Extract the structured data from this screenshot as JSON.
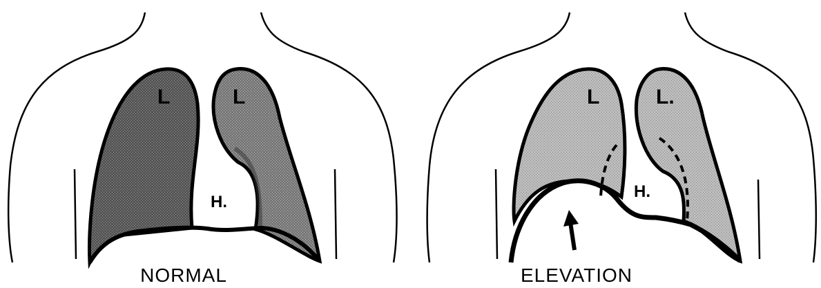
{
  "panels": [
    {
      "caption": "NORMAL",
      "lung_label_left": "L",
      "lung_label_right": "L",
      "heart_label": "H."
    },
    {
      "caption": "ELEVATION",
      "lung_label_left": "L",
      "lung_label_right": "L.",
      "heart_label": "H."
    }
  ],
  "colors": {
    "outline": "#000000",
    "lung_fill_normal_left": "#5a5a5a",
    "lung_fill_normal_right": "#7a7a7a",
    "lung_fill_elevation": "#b0b0b0",
    "background": "#ffffff"
  },
  "icons": {
    "elevation_arrow": "up-arrow-icon"
  }
}
